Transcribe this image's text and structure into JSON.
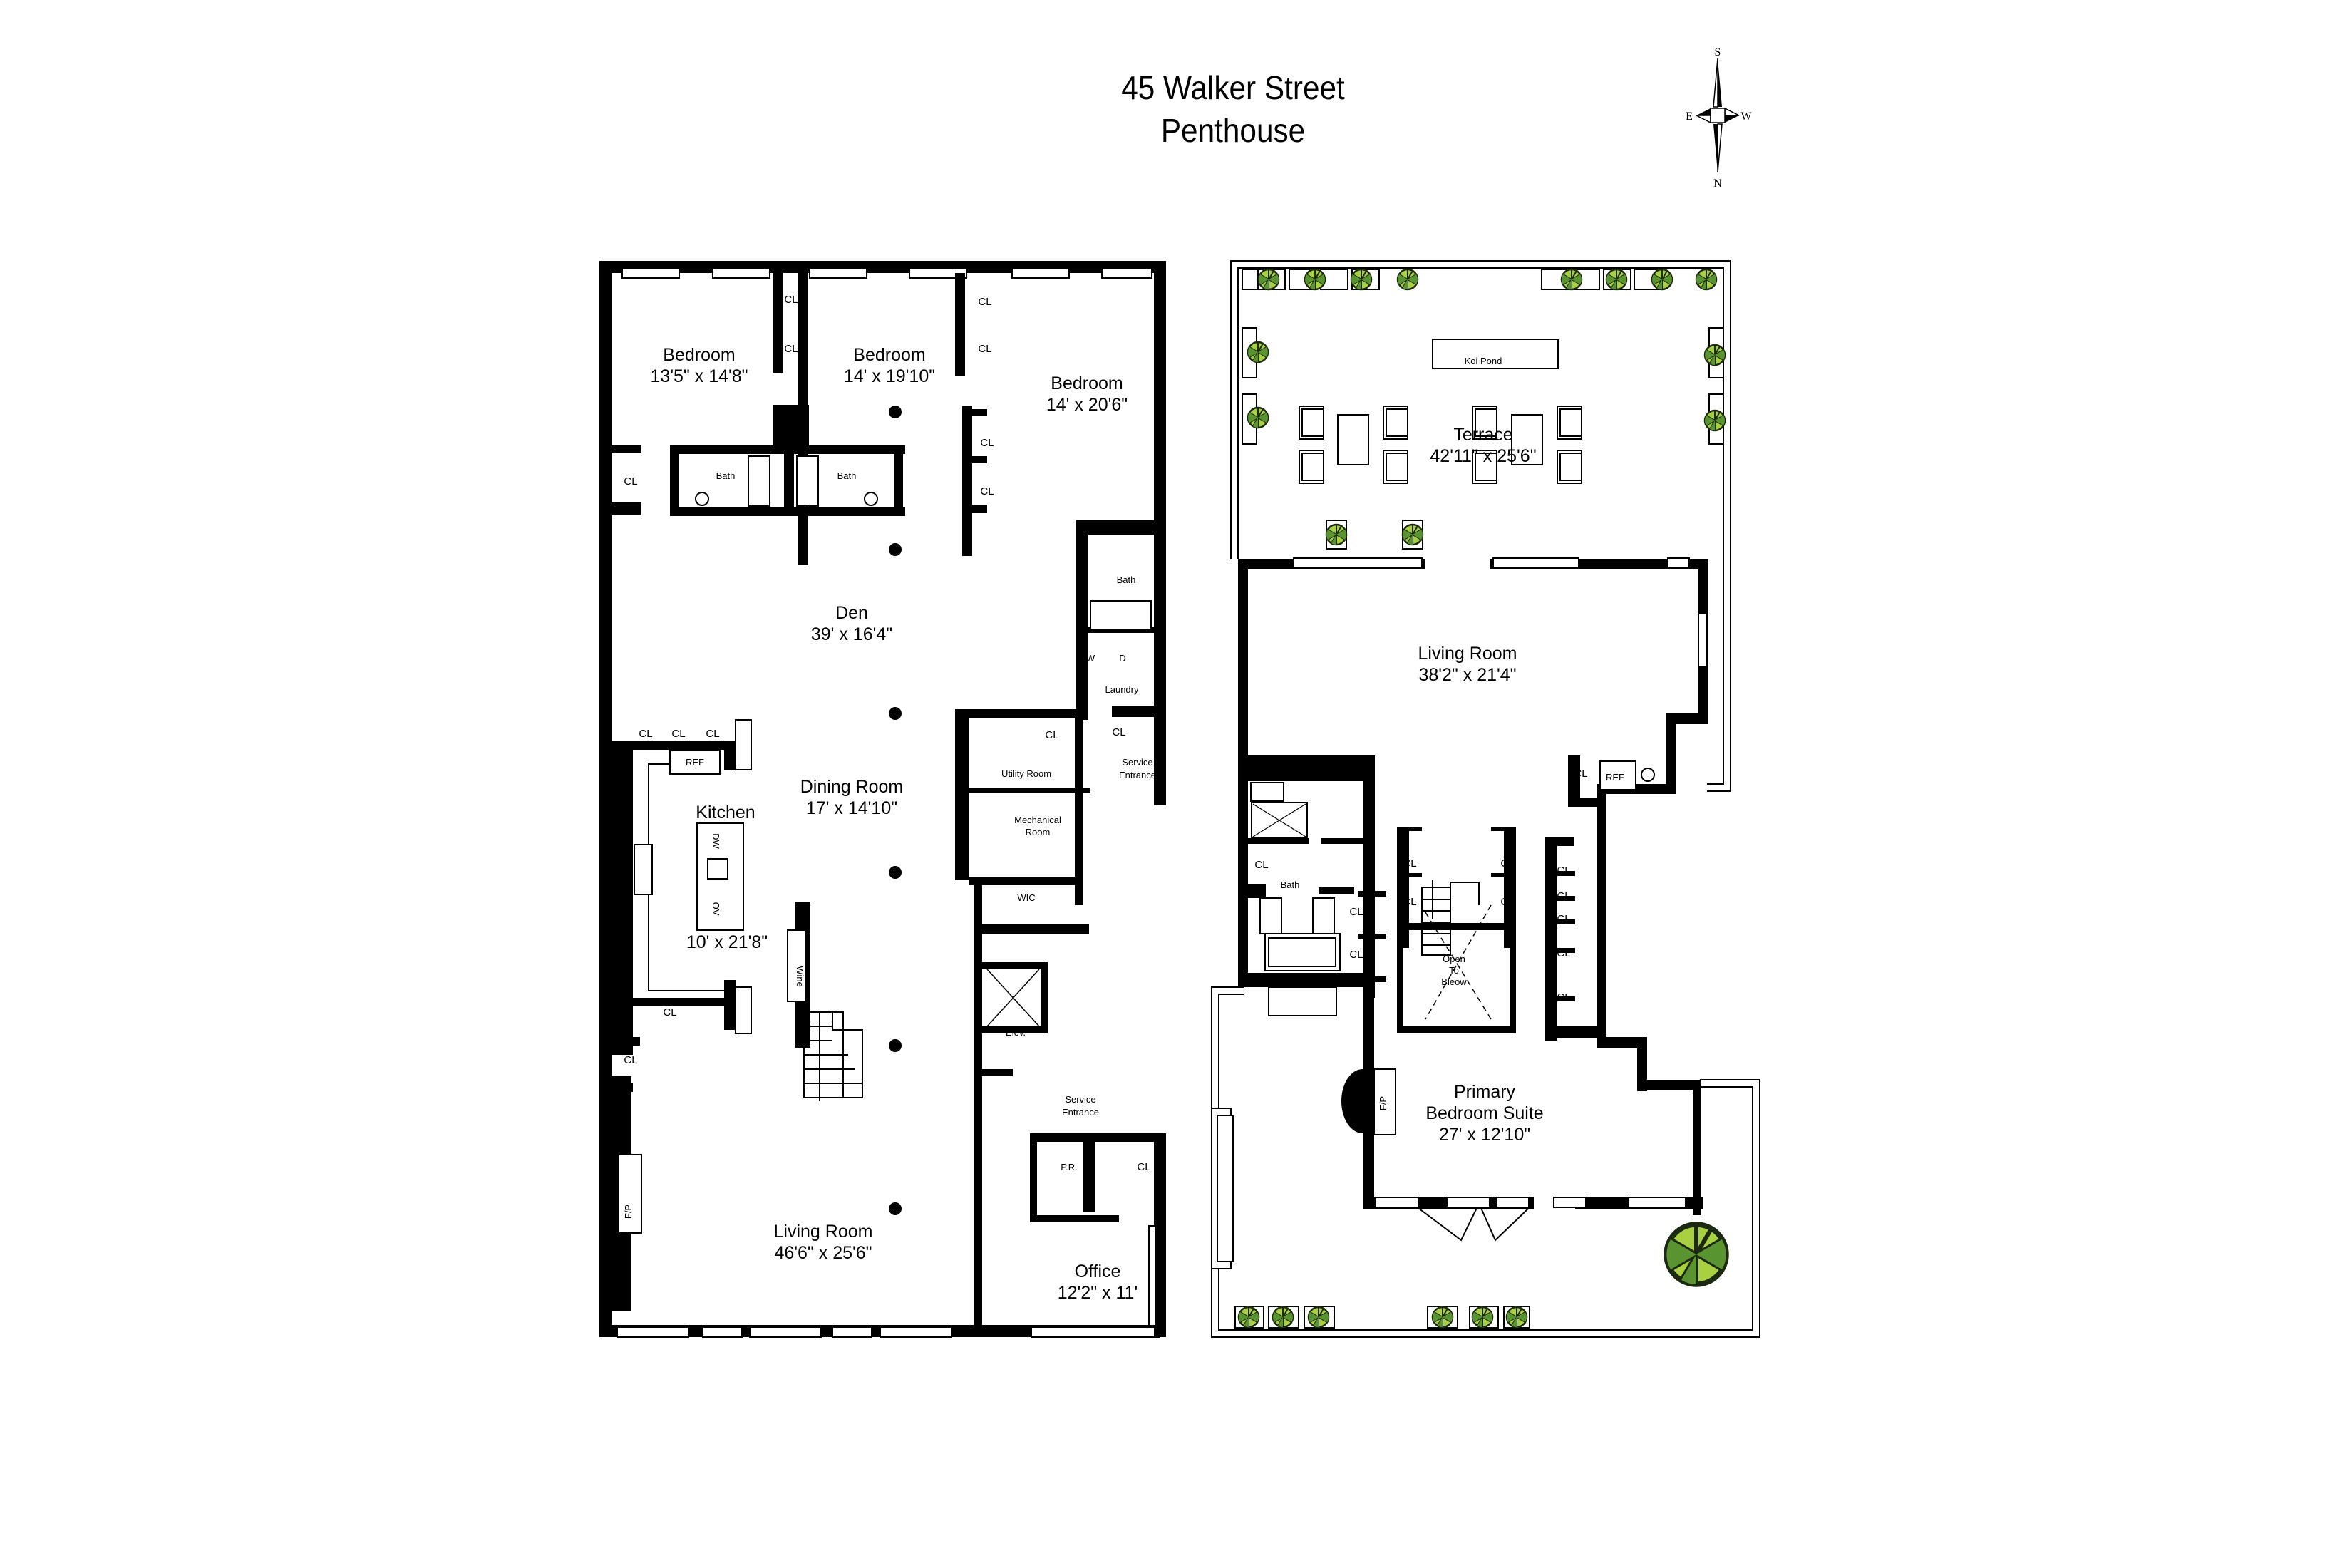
{
  "header": {
    "address": "45 Walker Street",
    "unit": "Penthouse"
  },
  "compass": {
    "top": "S",
    "bottom": "N",
    "left": "E",
    "right": "W"
  },
  "lower_level": {
    "rooms": {
      "bedroom_1": {
        "name": "Bedroom",
        "dims": "13'5\" x 14'8\""
      },
      "bedroom_2": {
        "name": "Bedroom",
        "dims": "14' x 19'10\""
      },
      "bedroom_3": {
        "name": "Bedroom",
        "dims": "14' x 20'6\""
      },
      "bath_1": {
        "name": "Bath"
      },
      "bath_2": {
        "name": "Bath"
      },
      "bath_3": {
        "name": "Bath"
      },
      "den": {
        "name": "Den",
        "dims": "39' x 16'4\""
      },
      "laundry": {
        "name": "Laundry",
        "washer": "W",
        "dryer": "D"
      },
      "dining": {
        "name": "Dining Room",
        "dims": "17' x 14'10\""
      },
      "kitchen": {
        "name": "Kitchen",
        "dims": "10' x 21'8\"",
        "ref": "REF",
        "dw": "DW",
        "ov": "OV"
      },
      "utility": {
        "name": "Utility Room"
      },
      "service_entrance_1": {
        "line1": "Service",
        "line2": "Entrance"
      },
      "mechanical": {
        "line1": "Mechanical",
        "line2": "Room"
      },
      "wic": {
        "name": "WIC"
      },
      "wine": {
        "name": "Wine"
      },
      "elevator": {
        "name": "Elev."
      },
      "service_entrance_2": {
        "line1": "Service",
        "line2": "Entrance"
      },
      "powder_room": {
        "name": "P.R."
      },
      "fireplace": {
        "name": "F/P"
      },
      "living": {
        "name": "Living Room",
        "dims": "46'6\" x 25'6\""
      },
      "office": {
        "name": "Office",
        "dims": "12'2\" x 11'"
      }
    },
    "closet_label": "CL"
  },
  "upper_level": {
    "rooms": {
      "terrace": {
        "name": "Terrace",
        "dims": "42'11\" x 25'6\""
      },
      "koi_pond": {
        "name": "Koi Pond"
      },
      "living": {
        "name": "Living Room",
        "dims": "38'2\" x 21'4\""
      },
      "ref": {
        "name": "REF"
      },
      "bath": {
        "name": "Bath"
      },
      "open_to_below": {
        "line1": "Open",
        "line2": "To",
        "line3": "Bleow"
      },
      "primary_suite": {
        "line1": "Primary",
        "line2": "Bedroom Suite",
        "dims": "27' x 12'10\""
      },
      "fireplace": {
        "name": "F/P"
      }
    },
    "closet_label": "CL"
  },
  "colors": {
    "wall": "#000000",
    "background": "#ffffff",
    "plant_light": "#a8d040",
    "plant_dark": "#5a9430",
    "plant_outline": "#1c2a12"
  }
}
